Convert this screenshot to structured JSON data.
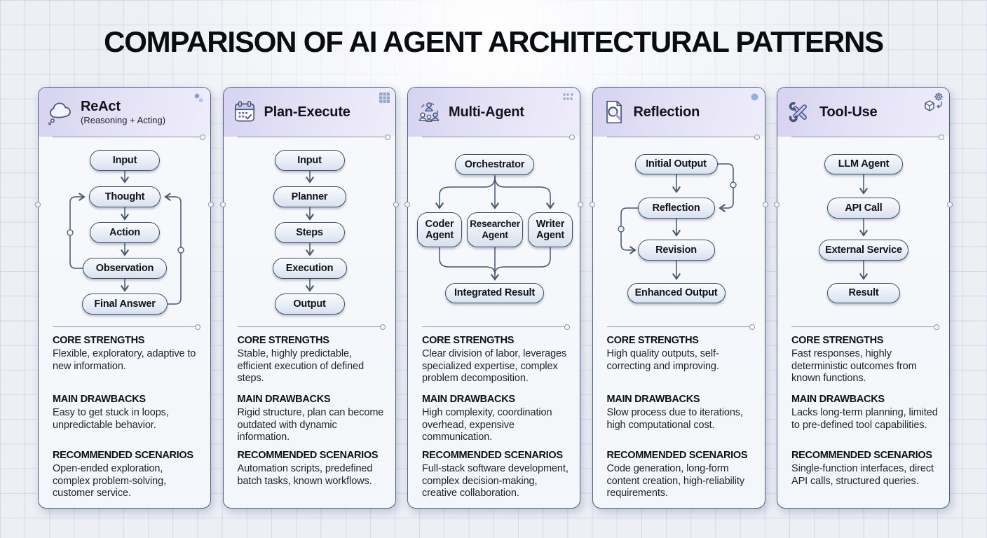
{
  "page": {
    "title": "COMPARISON OF AI AGENT ARCHITECTURAL PATTERNS"
  },
  "colors": {
    "background": "#edeff5",
    "card_header": "#dcd8f3",
    "card_border": "#4e5f80",
    "node_border": "#3c4c68",
    "arrow": "#46556e",
    "accent_lavender": "#c9c9f4",
    "accent_blue_dot": "#8fb0e2"
  },
  "columns": [
    {
      "title": "ReAct",
      "subtitle": "(Reasoning + Acting)",
      "icon": "thought-cloud-icon",
      "corner_icon": "link-dots-icon",
      "flow_nodes": [
        "Input",
        "Thought",
        "Action",
        "Observation",
        "Final Answer"
      ],
      "sections": [
        {
          "heading": "CORE STRENGTHS",
          "body": "Flexible, exploratory, adaptive to new information."
        },
        {
          "heading": "MAIN DRAWBACKS",
          "body": "Easy to get stuck in loops, unpredictable behavior."
        },
        {
          "heading": "RECOMMENDED SCENARIOS",
          "body": "Open-ended exploration, complex problem-solving, customer service."
        }
      ]
    },
    {
      "title": "Plan-Execute",
      "icon": "calendar-check-icon",
      "corner_icon": "grid-icon",
      "flow_nodes": [
        "Input",
        "Planner",
        "Steps",
        "Execution",
        "Output"
      ],
      "sections": [
        {
          "heading": "CORE STRENGTHS",
          "body": "Stable, highly predictable, efficient execution of defined steps."
        },
        {
          "heading": "MAIN DRAWBACKS",
          "body": "Rigid structure, plan can become outdated with dynamic information."
        },
        {
          "heading": "RECOMMENDED SCENARIOS",
          "body": "Automation scripts, predefined batch tasks, known workflows."
        }
      ]
    },
    {
      "title": "Multi-Agent",
      "icon": "people-network-icon",
      "corner_icon": "dot-cluster-icon",
      "flow_nodes": [
        "Orchestrator",
        "Coder Agent",
        "Researcher Agent",
        "Writer Agent",
        "Integrated Result"
      ],
      "sections": [
        {
          "heading": "CORE STRENGTHS",
          "body": "Clear division of labor, leverages specialized expertise, complex problem decomposition."
        },
        {
          "heading": "MAIN DRAWBACKS",
          "body": "High complexity, coordination overhead, expensive communication."
        },
        {
          "heading": "RECOMMENDED SCENARIOS",
          "body": "Full-stack software development, complex decision-making, creative collaboration."
        }
      ]
    },
    {
      "title": "Reflection",
      "icon": "document-magnifier-icon",
      "corner_icon": "dot-icon",
      "flow_nodes": [
        "Initial Output",
        "Reflection",
        "Revision",
        "Enhanced Output"
      ],
      "sections": [
        {
          "heading": "CORE STRENGTHS",
          "body": "High quality outputs, self-correcting and improving."
        },
        {
          "heading": "MAIN DRAWBACKS",
          "body": "Slow process due to iterations, high computational cost."
        },
        {
          "heading": "RECOMMENDED SCENARIOS",
          "body": "Code generation, long-form content creation, high-reliability requirements."
        }
      ]
    },
    {
      "title": "Tool-Use",
      "icon": "crossed-wrenches-icon",
      "corner_icon": "cube-gear-icon",
      "flow_nodes": [
        "LLM Agent",
        "API Call",
        "External Service",
        "Result"
      ],
      "sections": [
        {
          "heading": "CORE STRENGTHS",
          "body": "Fast responses, highly deterministic outcomes from known functions."
        },
        {
          "heading": "MAIN DRAWBACKS",
          "body": "Lacks long-term planning, limited to pre-defined tool capabilities."
        },
        {
          "heading": "RECOMMENDED SCENARIOS",
          "body": "Single-function interfaces, direct API calls, structured queries."
        }
      ]
    }
  ]
}
